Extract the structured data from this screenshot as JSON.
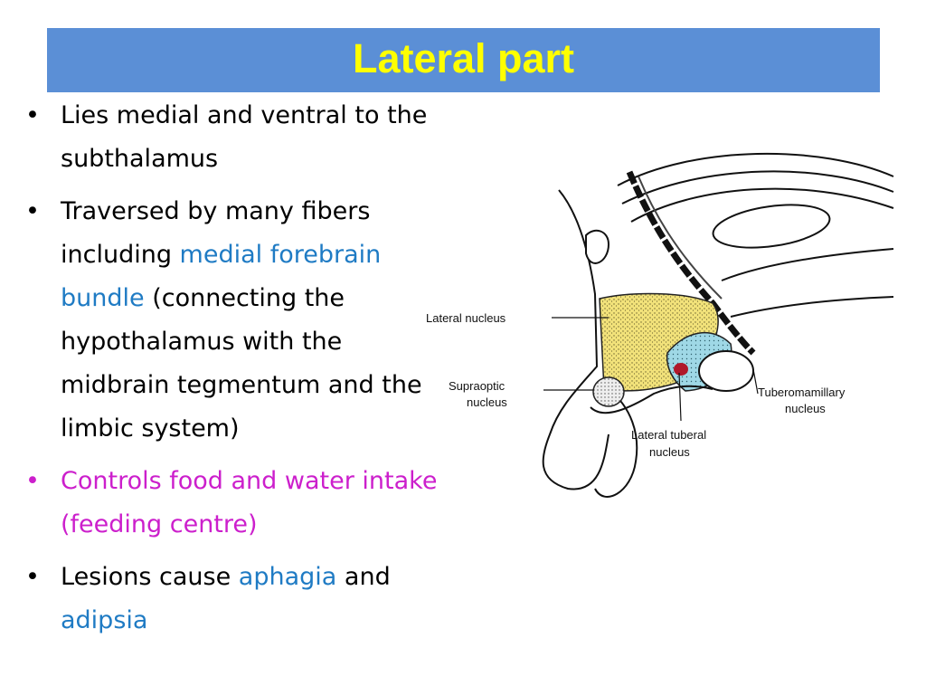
{
  "title": "Lateral part",
  "bullets": [
    {
      "color": "#000000",
      "parts": [
        {
          "text": "Lies medial and ventral to the subthalamus",
          "color": "#000000"
        }
      ]
    },
    {
      "color": "#000000",
      "parts": [
        {
          "text": "Traversed by many fibers including ",
          "color": "#000000"
        },
        {
          "text": "medial forebrain bundle",
          "color": "#1F7BC4"
        },
        {
          "text": " (connecting the hypothalamus with the midbrain tegmentum and the limbic system)",
          "color": "#000000"
        }
      ]
    },
    {
      "color": "#CC1FCC",
      "parts": [
        {
          "text": "Controls food and water intake (feeding centre)",
          "color": "#CC1FCC"
        }
      ]
    },
    {
      "color": "#000000",
      "parts": [
        {
          "text": "Lesions cause ",
          "color": "#000000"
        },
        {
          "text": "aphagia",
          "color": "#1F7BC4"
        },
        {
          "text": " and ",
          "color": "#000000"
        },
        {
          "text": "adipsia",
          "color": "#1F7BC4"
        }
      ]
    }
  ],
  "diagram": {
    "labels": {
      "lateral_nucleus": "Lateral nucleus",
      "supraoptic_line1": "Supraoptic",
      "supraoptic_line2": "nucleus",
      "tuberomamillary_line1": "Tuberomamillary",
      "tuberomamillary_line2": "nucleus",
      "lateral_tuberal_line1": "Lateral tuberal",
      "lateral_tuberal_line2": "nucleus"
    },
    "colors": {
      "lateral_nucleus": "#F2E27A",
      "tuberal_region": "#9FD8E6",
      "tuberal_spot": "#B0182A"
    }
  },
  "colors": {
    "title_bar": "#5B8FD6",
    "title_text": "#FFFF00",
    "link_blue": "#1F7BC4",
    "magenta": "#CC1FCC"
  }
}
